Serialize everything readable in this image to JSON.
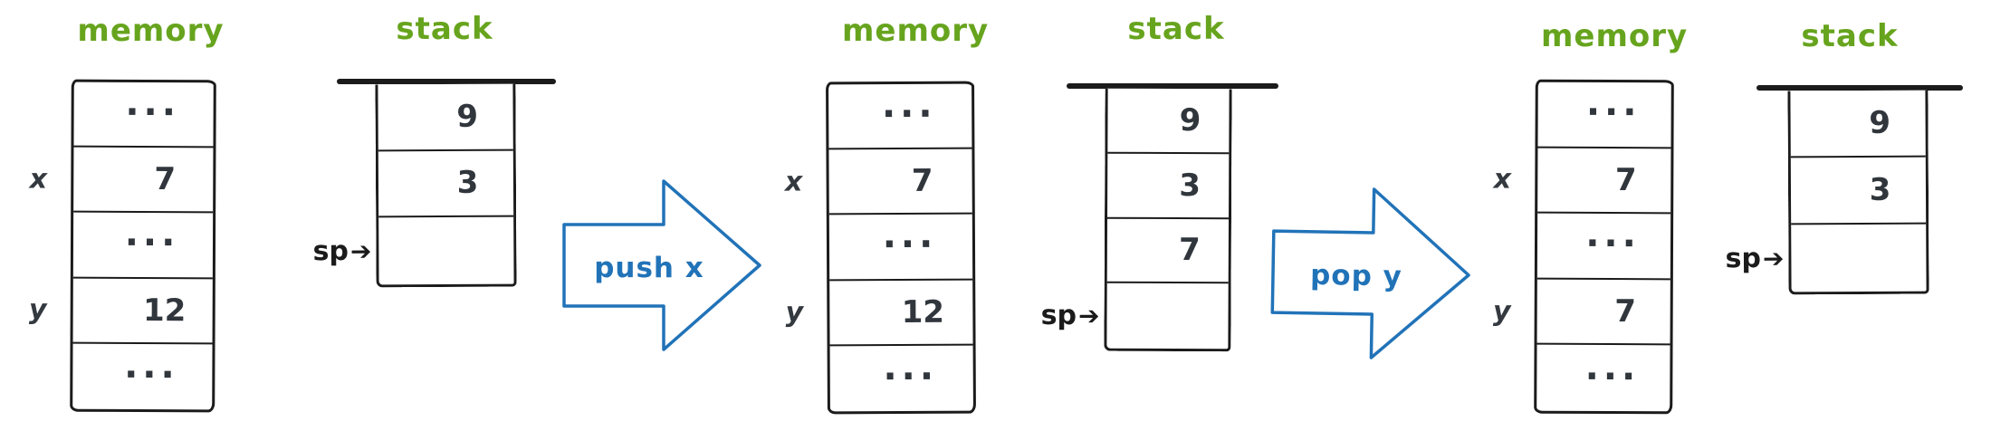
{
  "colors": {
    "label_green": "#67a41e",
    "arrow_blue": "#2173b8",
    "ink_black": "#1b1b1b",
    "value_gray": "#30363c",
    "background": "#ffffff"
  },
  "icons": {
    "sp_arrow": "➔"
  },
  "operations": [
    {
      "label": "push x"
    },
    {
      "label": "pop y"
    }
  ],
  "panels": [
    {
      "name": "initial-state",
      "memory": {
        "title": "memory",
        "rows": [
          {
            "label": "",
            "value": "..."
          },
          {
            "label": "x",
            "value": "7"
          },
          {
            "label": "",
            "value": "..."
          },
          {
            "label": "y",
            "value": "12"
          },
          {
            "label": "",
            "value": "..."
          }
        ]
      },
      "stack": {
        "title": "stack",
        "cells": [
          "9",
          "3",
          ""
        ],
        "sp_label": "sp",
        "sp_cell_index": 2
      }
    },
    {
      "name": "after-push-x",
      "memory": {
        "title": "memory",
        "rows": [
          {
            "label": "",
            "value": "..."
          },
          {
            "label": "x",
            "value": "7"
          },
          {
            "label": "",
            "value": "..."
          },
          {
            "label": "y",
            "value": "12"
          },
          {
            "label": "",
            "value": "..."
          }
        ]
      },
      "stack": {
        "title": "stack",
        "cells": [
          "9",
          "3",
          "7",
          ""
        ],
        "sp_label": "sp",
        "sp_cell_index": 3
      }
    },
    {
      "name": "after-pop-y",
      "memory": {
        "title": "memory",
        "rows": [
          {
            "label": "",
            "value": "..."
          },
          {
            "label": "x",
            "value": "7"
          },
          {
            "label": "",
            "value": "..."
          },
          {
            "label": "y",
            "value": "7"
          },
          {
            "label": "",
            "value": "..."
          }
        ]
      },
      "stack": {
        "title": "stack",
        "cells": [
          "9",
          "3",
          ""
        ],
        "sp_label": "sp",
        "sp_cell_index": 2
      }
    }
  ]
}
